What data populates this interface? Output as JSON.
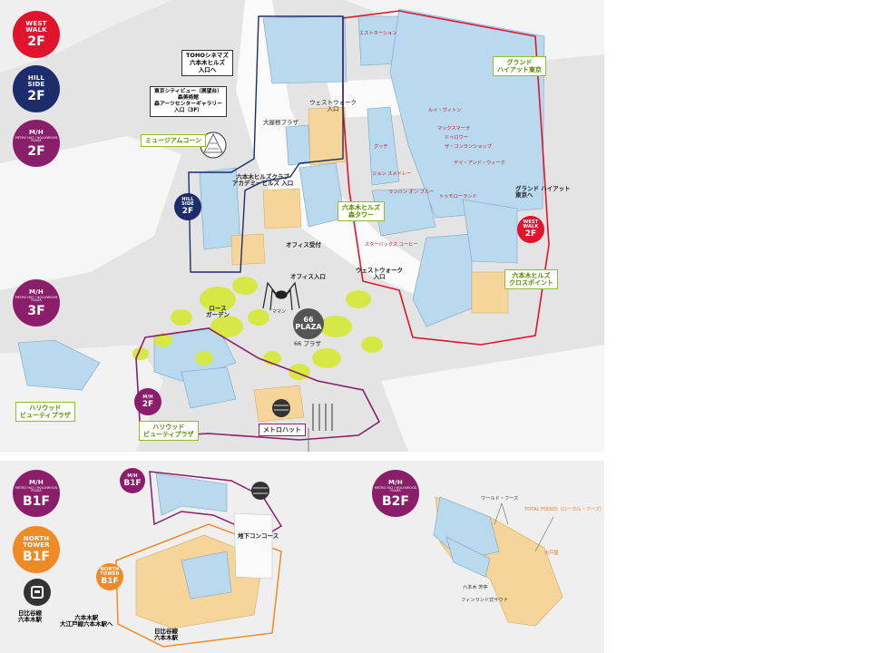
{
  "colors": {
    "west_walk": "#e1142d",
    "hill_side": "#1d2d6b",
    "metro_hat": "#8a1e6a",
    "north_tower": "#f08a24",
    "green": "#8dc21f",
    "bldg_blue": "#b9d9ee",
    "shop_tan": "#f6d59a",
    "bg": "#efefef"
  },
  "legend": {
    "west_walk": {
      "name": "WEST\nWALK",
      "floor": "2F"
    },
    "hill_side": {
      "name": "HILL\nSIDE",
      "floor": "2F"
    },
    "mh_2f": {
      "name": "M/H",
      "sub": "METRO HAT / HOLLYWOOD PLAZA",
      "floor": "2F"
    },
    "mh_3f": {
      "name": "M/H",
      "sub": "METRO HAT / HOLLYWOOD PLAZA",
      "floor": "3F"
    },
    "mh_b1f": {
      "name": "M/H",
      "sub": "METRO HAT / HOLLYWOOD PLAZA",
      "floor": "B1F"
    },
    "north_tower_b1f": {
      "name": "NORTH\nTOWER",
      "floor": "B1F"
    },
    "mh_b2f": {
      "name": "M/H",
      "sub": "METRO HAT / HOLLYWOOD PLAZA",
      "floor": "B2F"
    }
  },
  "map_labels": {
    "grand_hyatt": "グランド\nハイアット東京",
    "museum_cone": "ミュージアムコーン",
    "roppongi_hills_mori_tower": "六本木ヒルズ\n森タワー",
    "roppongi_hills_crosspoint": "六本木ヒルズ\nクロスポイント",
    "hollywood_beauty_plaza": "ハリウッド\nビューティプラザ",
    "hollywood_beauty_plaza_3f": "ハリウッド\nビューティプラザ",
    "metro_hat": "メトロハット",
    "toho_cinemas": "TOHOシネマズ\n六本木ヒルズ\n入口へ",
    "tokyo_city_view": "東京シティビュー（展望台）\n森美術館\n森アーツセンターギャラリー\n入口（3F）",
    "west_walk_entrance_top": "ウェストウォーク\n入口",
    "west_walk_entrance_bottom": "ウェストウォーク\n入口",
    "office_reception": "オフィス受付",
    "office_entrance": "オフィス入口",
    "roppongi_hills_club": "六本木ヒルズクラブ\nアカデミーヒルズ 入口",
    "daiyane_plaza": "大屋根プラザ",
    "rose_garden": "ロース\nガーデン",
    "plaza_66_name": "66\nPLAZA",
    "plaza_66_sub": "66 プラザ",
    "maman": "ママン",
    "chikashita_concourse": "地下コンコース",
    "station_hibiya": "日比谷線\n六本木駅",
    "station_oedo": "六本木駅\n大江戸線六本木駅へ",
    "station_hibiya_b1": "日比谷線\n六本木駅",
    "grand_hyatt_link": "グランド ハイアット\n東京へ"
  },
  "shops_red": [
    "スターバックス コーヒー",
    "ルイ・ヴィトン",
    "マックスマーラ",
    "ドゥロワー",
    "エストネーション",
    "ザ・コンランショップ",
    "デイ・アンド・ウィーク",
    "ランバン オン ブルー",
    "ジョン スメドレー",
    "トゥモローランド",
    "グッチ"
  ],
  "shops_b2f": [
    "TOTAL FOODS（ローカル・フーズ）",
    "ワールド・フーズ",
    "六本木 芳亭",
    "大戸屋",
    "フィンランド式サウナ"
  ]
}
